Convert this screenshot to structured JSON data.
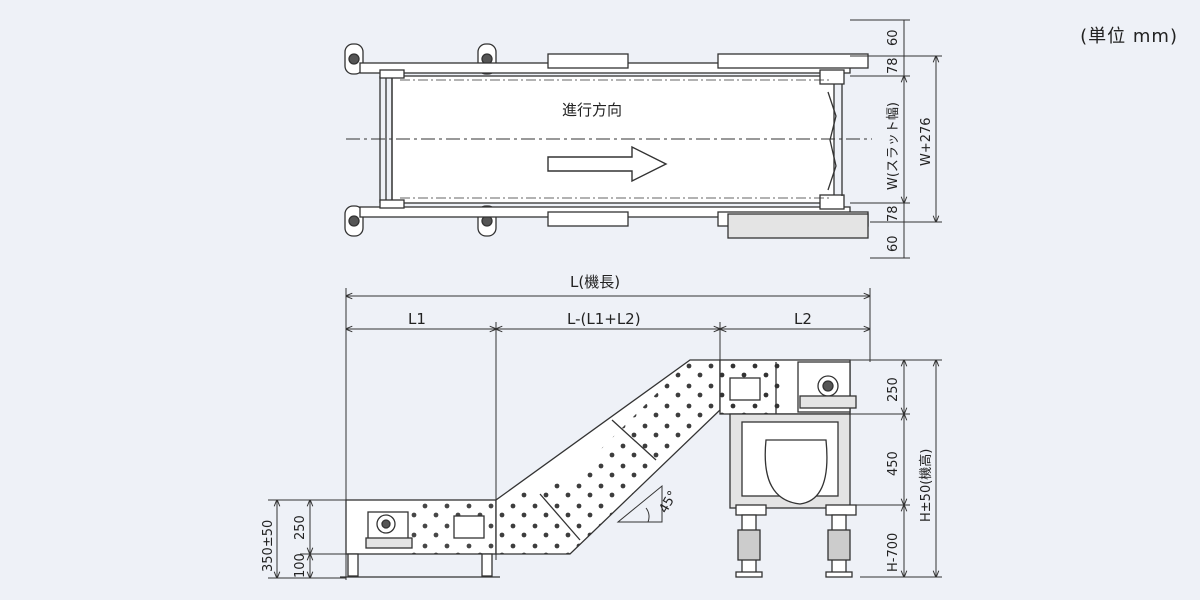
{
  "unit_label": "(単位 mm)",
  "plan_view": {
    "direction_label": "進行方向",
    "dims": {
      "top_60": "60",
      "top_78": "78",
      "width_w": "W(スラット幅)",
      "bottom_78": "78",
      "bottom_60": "60",
      "total_width": "W+276"
    }
  },
  "side_view": {
    "length_total": "L(機長)",
    "l1": "L1",
    "l_mid": "L-(L1+L2)",
    "l2": "L2",
    "angle": "45°",
    "left_height": "350±50",
    "left_250": "250",
    "left_100": "100",
    "right_250": "250",
    "right_450": "450",
    "right_h700": "H-700",
    "right_total": "H±50(機高)"
  },
  "colors": {
    "background": "#eef1f7",
    "line": "#333333",
    "fill_light": "#ffffff",
    "fill_gray": "#e4e4e4"
  }
}
